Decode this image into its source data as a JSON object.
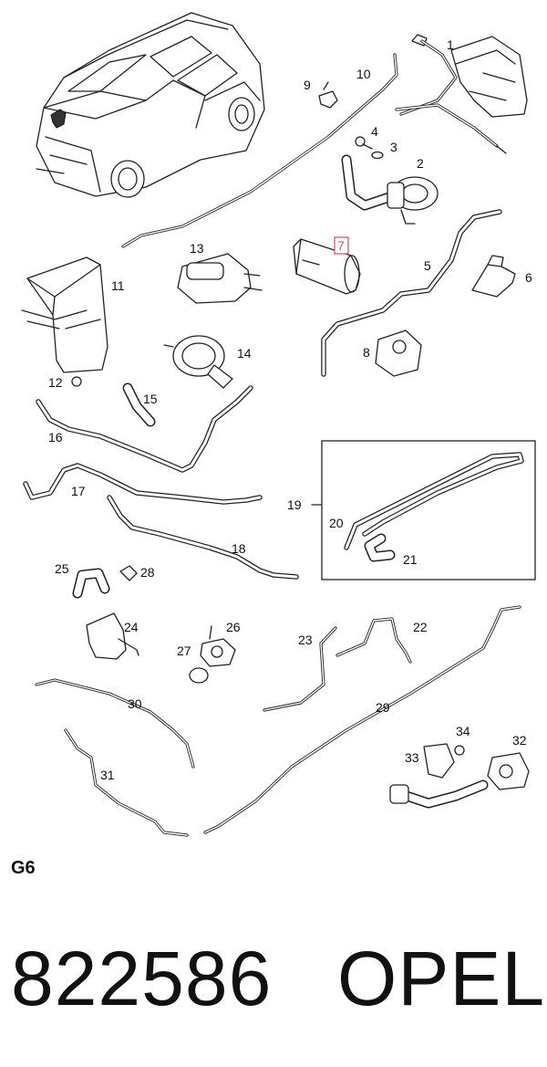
{
  "diagram": {
    "sheet_code": "G6",
    "part_number": "822586",
    "brand": "OPEL",
    "highlight_color": "#e0506a",
    "highlighted_callout": "7",
    "callouts": [
      {
        "id": "1",
        "label": "1"
      },
      {
        "id": "2",
        "label": "2"
      },
      {
        "id": "3",
        "label": "3"
      },
      {
        "id": "4",
        "label": "4"
      },
      {
        "id": "5",
        "label": "5"
      },
      {
        "id": "6",
        "label": "6"
      },
      {
        "id": "7",
        "label": "7"
      },
      {
        "id": "8",
        "label": "8"
      },
      {
        "id": "9",
        "label": "9"
      },
      {
        "id": "10",
        "label": "10"
      },
      {
        "id": "11",
        "label": "11"
      },
      {
        "id": "12",
        "label": "12"
      },
      {
        "id": "13",
        "label": "13"
      },
      {
        "id": "14",
        "label": "14"
      },
      {
        "id": "15",
        "label": "15"
      },
      {
        "id": "16",
        "label": "16"
      },
      {
        "id": "17",
        "label": "17"
      },
      {
        "id": "18",
        "label": "18"
      },
      {
        "id": "19",
        "label": "19"
      },
      {
        "id": "20",
        "label": "20"
      },
      {
        "id": "21",
        "label": "21"
      },
      {
        "id": "22",
        "label": "22"
      },
      {
        "id": "23",
        "label": "23"
      },
      {
        "id": "24",
        "label": "24"
      },
      {
        "id": "25",
        "label": "25"
      },
      {
        "id": "26",
        "label": "26"
      },
      {
        "id": "27",
        "label": "27"
      },
      {
        "id": "28",
        "label": "28"
      },
      {
        "id": "29",
        "label": "29"
      },
      {
        "id": "30",
        "label": "30"
      },
      {
        "id": "31",
        "label": "31"
      },
      {
        "id": "32",
        "label": "32"
      },
      {
        "id": "33",
        "label": "33"
      },
      {
        "id": "34",
        "label": "34"
      }
    ]
  }
}
